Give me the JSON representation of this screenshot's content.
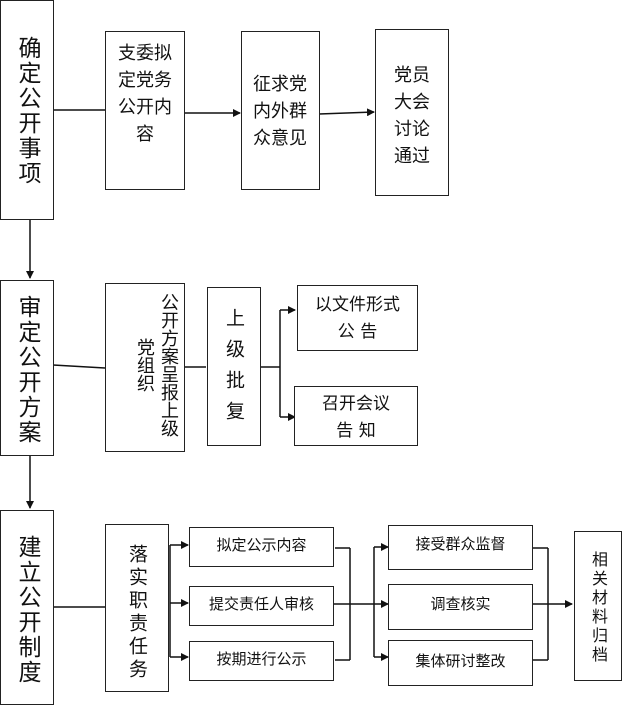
{
  "stages": {
    "s1": "确定公开事项",
    "s2": "审定公开方案",
    "s3": "建立公开制度"
  },
  "row1": {
    "b1": "支委拟定党务公开内容",
    "b2": "征求党内外群众意见",
    "b3": "党员大会讨论通过"
  },
  "row2": {
    "b1": "公开方案呈报上级党组织",
    "b2": "上级批复",
    "out1_line1": "以文件形式",
    "out1_line2": "公 告",
    "out2_line1": "召开会议",
    "out2_line2": "告 知"
  },
  "row3": {
    "task": "落实职责任务",
    "steps": [
      "拟定公示内容",
      "提交责任人审核",
      "按期进行公示"
    ],
    "checks": [
      "接受群众监督",
      "调查核实",
      "集体研讨整改"
    ],
    "archive": "相关材料归档"
  }
}
